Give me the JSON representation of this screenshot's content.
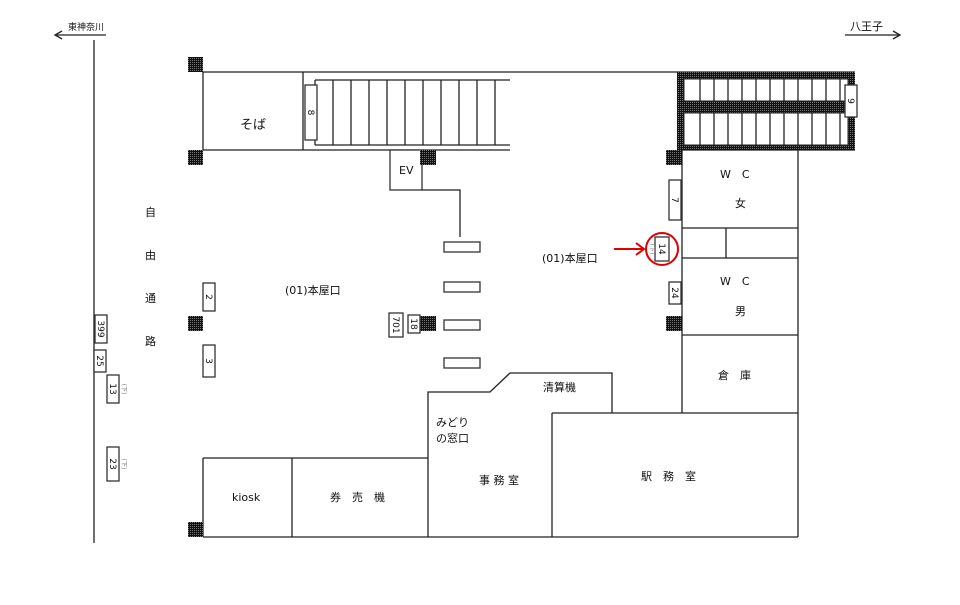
{
  "directions": {
    "left": "東神奈川",
    "right": "八王子"
  },
  "corridor": {
    "chars": [
      "自",
      "由",
      "通",
      "路"
    ]
  },
  "rooms": {
    "soba": "そば",
    "ev": "EV",
    "wc_female": {
      "label": "W　C",
      "sub": "女"
    },
    "wc_male": {
      "label": "W　C",
      "sub": "男"
    },
    "storage": "倉　庫",
    "fare_adjust": "清算機",
    "midori_1": "みどり",
    "midori_2": "の窓口",
    "office": "事 務 室",
    "station_office": "駅　務　室",
    "kiosk": "kiosk",
    "ticket_machine": "券　売　機"
  },
  "exits": {
    "honya_left": "(01)本屋口",
    "honya_right": "(01)本屋口"
  },
  "markers": {
    "m8": "8",
    "m9": "9",
    "m7": "7",
    "m14": "14",
    "m24": "24",
    "m2": "2",
    "m3": "3",
    "m701": "701",
    "m18": "18",
    "m399": "399",
    "m25": "25",
    "m13": "13",
    "m23": "23",
    "down": "(下)"
  },
  "highlight": {
    "target": "14",
    "color": "#e00000"
  }
}
